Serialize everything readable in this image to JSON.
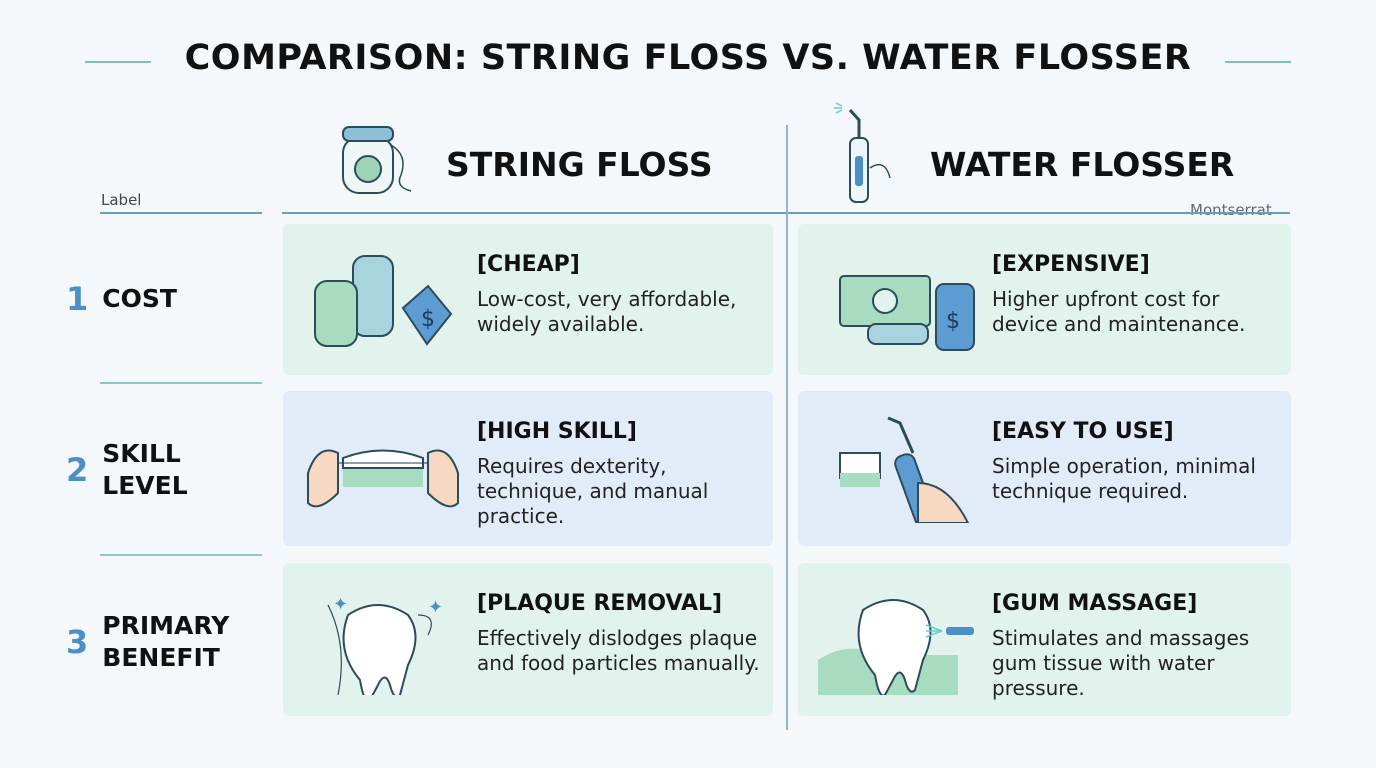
{
  "title": "COMPARISON: STRING FLOSS VS. WATER FLOSSER",
  "label_header": "Label",
  "font_note": "Montserrat",
  "columns": [
    {
      "name": "STRING FLOSS",
      "icon": "floss-container-icon"
    },
    {
      "name": "WATER FLOSSER",
      "icon": "water-flosser-icon"
    }
  ],
  "rows": [
    {
      "num": "1",
      "label": "COST",
      "cells": [
        {
          "title": "[CHEAP]",
          "body": "Low-cost, very affordable, widely available.",
          "icon": "coins-price-tag-icon"
        },
        {
          "title": "[EXPENSIVE]",
          "body": "Higher upfront cost for device and maintenance.",
          "icon": "cash-price-tag-icon"
        }
      ]
    },
    {
      "num": "2",
      "label": "SKILL LEVEL",
      "cells": [
        {
          "title": "[HIGH SKILL]",
          "body": "Requires dexterity, technique, and manual practice.",
          "icon": "hands-flossing-icon"
        },
        {
          "title": "[EASY TO USE]",
          "body": "Simple operation, minimal technique required.",
          "icon": "hand-water-flosser-icon"
        }
      ]
    },
    {
      "num": "3",
      "label": "PRIMARY BENEFIT",
      "cells": [
        {
          "title": "[PLAQUE REMOVAL]",
          "body": "Effectively dislodges plaque and food particles manually.",
          "icon": "tooth-floss-icon"
        },
        {
          "title": "[GUM MASSAGE]",
          "body": "Stimulates and massages gum tissue with water pressure.",
          "icon": "tooth-water-jet-icon"
        }
      ]
    }
  ],
  "colors": {
    "green_card": "#e1f3ec",
    "blue_card": "#e2ecf8",
    "accent": "#4b8fc7"
  }
}
